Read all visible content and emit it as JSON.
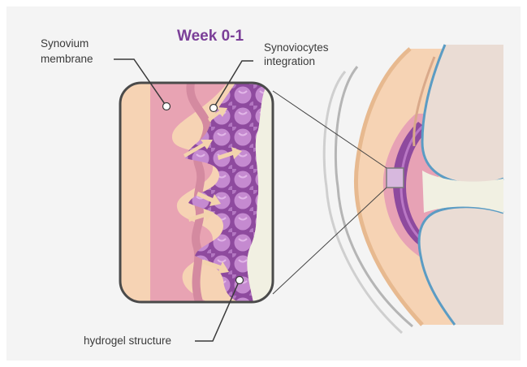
{
  "diagram": {
    "title": "Week 0-1",
    "labels": {
      "synovium_line1": "Synovium",
      "synovium_line2": "membrane",
      "synoviocytes_line1": "Synoviocytes",
      "synoviocytes_line2": "integration",
      "hydrogel": "hydrogel structure"
    },
    "colors": {
      "background": "#f4f4f4",
      "title": "#7b3f98",
      "synovium_pink": "#e8a3b3",
      "tissue_peach": "#f6d3b4",
      "hydrogel_purple": "#8e4a9e",
      "hydrogel_bubbles": "#c58ad0",
      "cartilage_cream": "#f1f0e2",
      "bone_outline_blue": "#5b9cc4",
      "arrow_peach": "#f3d3ad"
    }
  }
}
